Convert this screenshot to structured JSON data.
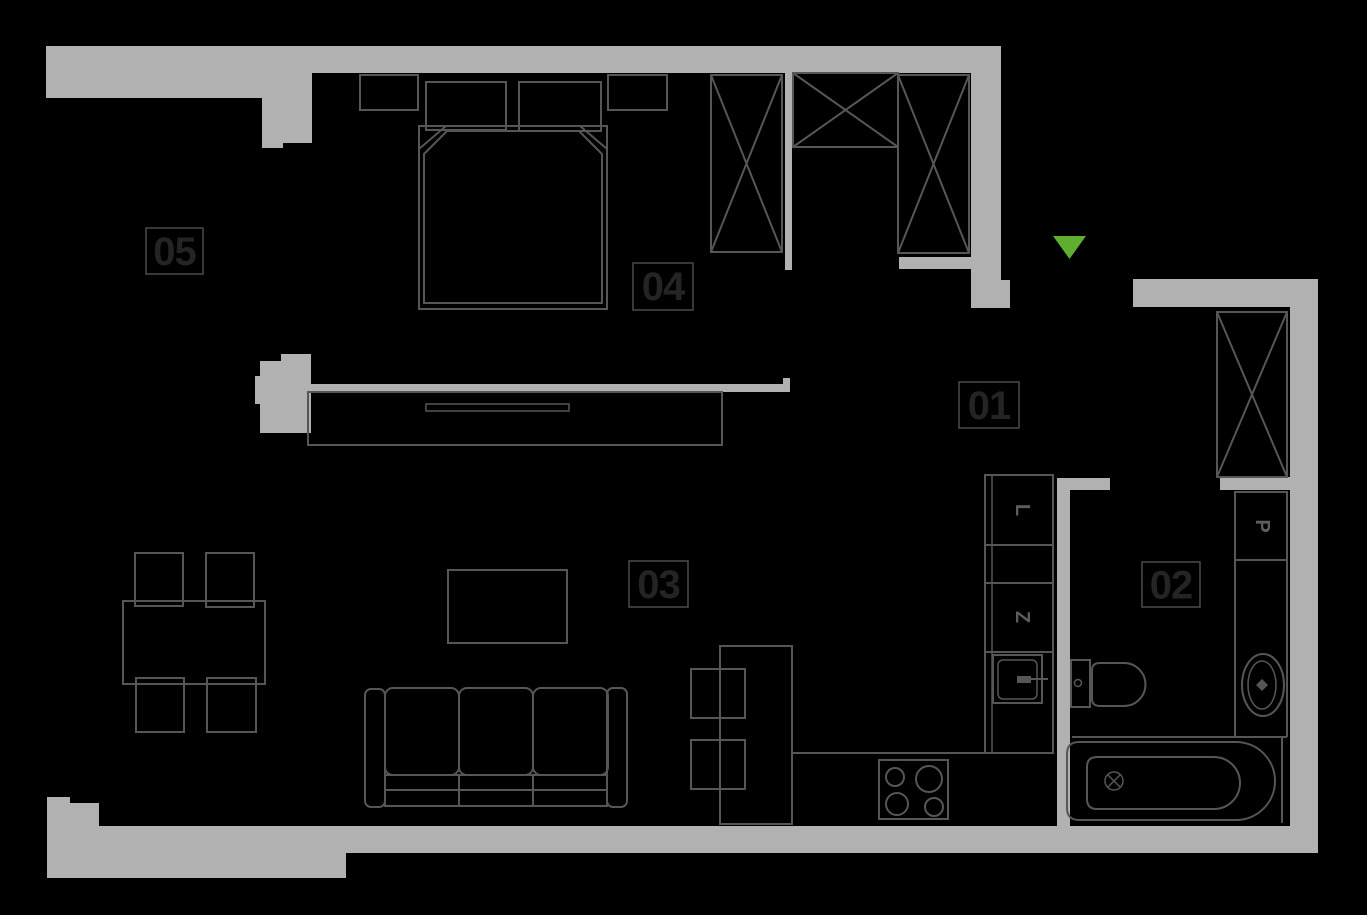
{
  "rooms": [
    {
      "label": "05"
    },
    {
      "label": "04"
    },
    {
      "label": "01"
    },
    {
      "label": "03"
    },
    {
      "label": "02"
    }
  ],
  "appliance_letters": [
    {
      "letter": "L"
    },
    {
      "letter": "Z"
    },
    {
      "letter": "P"
    }
  ],
  "colors": {
    "background": "#000000",
    "wall": "#b1b1b1",
    "furniture_line": "#565656",
    "label_text": "#242424",
    "label_border": "#4a4a4a",
    "entrance_marker": "#5fae2f"
  }
}
